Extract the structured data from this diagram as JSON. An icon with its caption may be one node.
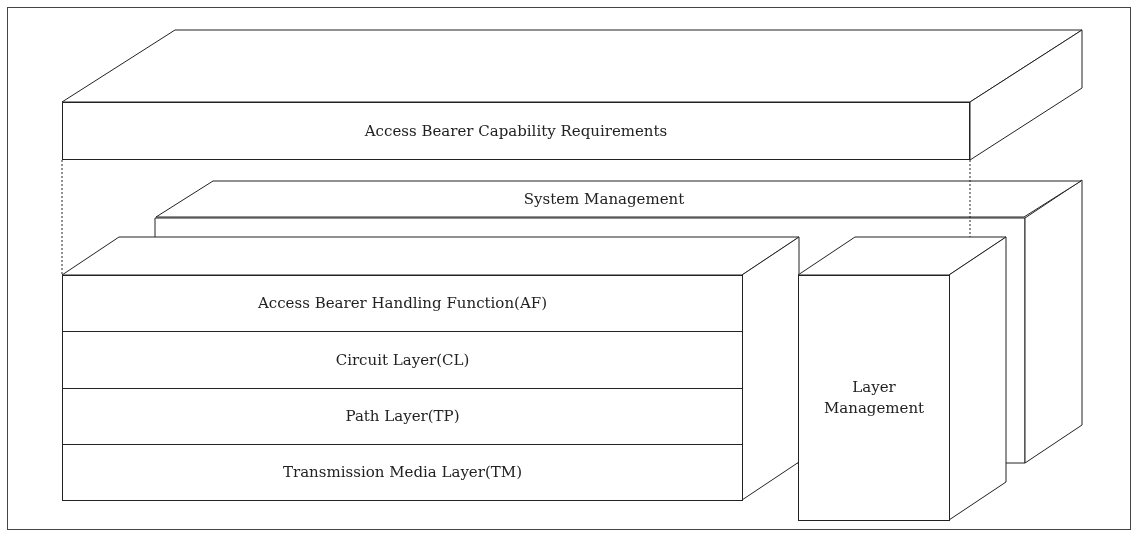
{
  "diagram": {
    "nodes": [
      {
        "text": [
          "Access Bearer Capability Requirements"
        ]
      },
      {
        "text": [
          "System Management"
        ]
      },
      {
        "text": [
          "Access Bearer Handling Function(AF)"
        ]
      },
      {
        "text": [
          "Circuit Layer(CL)"
        ]
      },
      {
        "text": [
          "Path Layer(TP)"
        ]
      },
      {
        "text": [
          "Transmission Media Layer(TM)"
        ]
      },
      {
        "text": [
          "Layer Management"
        ]
      }
    ]
  }
}
